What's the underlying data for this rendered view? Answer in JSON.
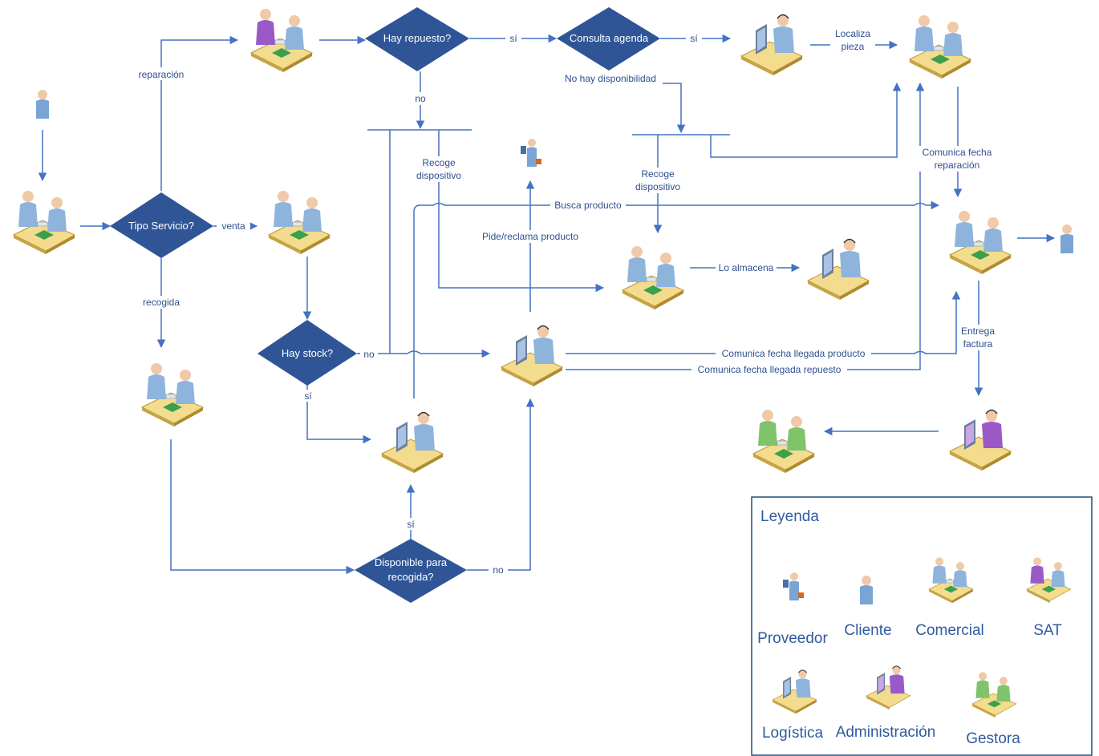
{
  "decisions": {
    "tipo_servicio": "Tipo Servicio?",
    "hay_repuesto": "Hay repuesto?",
    "consulta_agenda": "Consulta agenda",
    "hay_stock": "Hay stock?",
    "disponible_line1": "Disponible para",
    "disponible_line2": "recogida?"
  },
  "labels": {
    "reparacion": "reparación",
    "venta": "venta",
    "recogida": "recogida",
    "si_repuesto": "sí",
    "si_agenda": "sí",
    "no_repuesto": "no",
    "no_disponibilidad": "No hay disponibilidad",
    "localiza_1": "Localiza",
    "localiza_2": "pieza",
    "recoge1_1": "Recoge",
    "recoge1_2": "dispositivo",
    "recoge2_1": "Recoge",
    "recoge2_2": "dispositivo",
    "comunica_rep_1": "Comunica fecha",
    "comunica_rep_2": "reparación",
    "busca_producto": "Busca producto",
    "pide_reclama": "Pide/reclama producto",
    "lo_almacena": "Lo almacena",
    "no_stock": "no",
    "si_stock": "sí",
    "si_disp": "sí",
    "no_disp": "no",
    "llegada_producto": "Comunica fecha llegada producto",
    "llegada_repuesto": "Comunica fecha llegada repuesto",
    "entrega_1": "Entrega",
    "entrega_2": "factura"
  },
  "legend": {
    "title": "Leyenda",
    "proveedor": "Proveedor",
    "cliente": "Cliente",
    "comercial": "Comercial",
    "sat": "SAT",
    "logistica": "Logística",
    "administracion": "Administración",
    "gestora": "Gestora"
  },
  "colors": {
    "line": "#4472c4",
    "diamond": "#2f5597",
    "comercial": "#8fb4dc",
    "sat": "#9b59c8",
    "gestora": "#7fc46b",
    "desk": "#f3dc8e"
  }
}
